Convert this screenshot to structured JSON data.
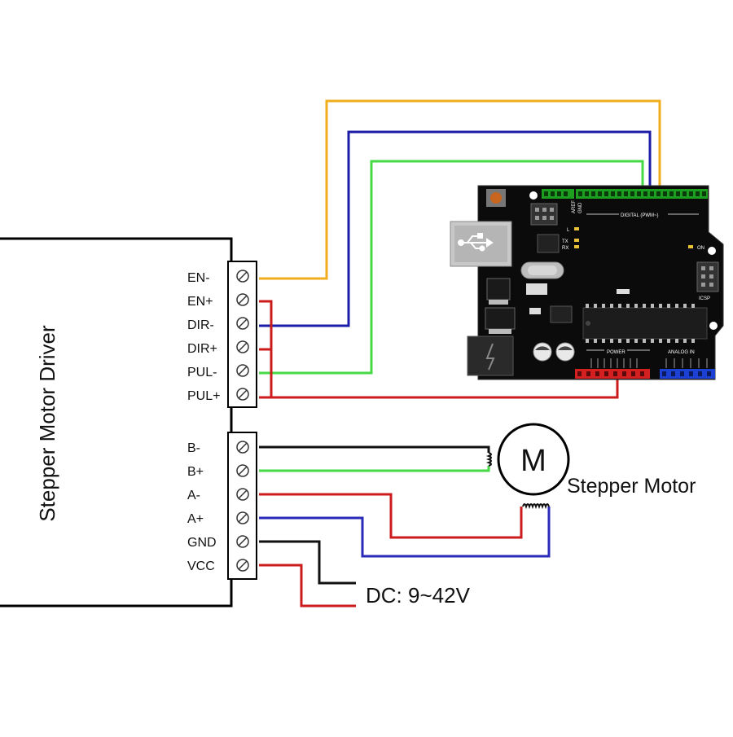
{
  "driver": {
    "title": "Stepper Motor Driver",
    "control_terminals": [
      "EN-",
      "EN+",
      "DIR-",
      "DIR+",
      "PUL-",
      "PUL+"
    ],
    "power_terminals": [
      "B-",
      "B+",
      "A-",
      "A+",
      "GND",
      "VCC"
    ]
  },
  "motor": {
    "symbol": "M",
    "label": "Stepper Motor"
  },
  "power_supply": {
    "label": "DC: 9~42V"
  },
  "arduino": {
    "silkscreen": {
      "digital": "DIGITAL (PWM~)",
      "power": "POWER",
      "analog": "ANALOG IN",
      "on": "ON",
      "icsp": "ICSP",
      "l": "L",
      "tx": "TX",
      "rx": "RX",
      "aref": "AREF",
      "gnd": "GND"
    }
  },
  "wire_colors": {
    "en_minus": "#f0ad1e",
    "dir_minus": "#1c1ca8",
    "pul_minus": "#45d945",
    "plus_common": "#cc1b1b",
    "b_minus": "#111111",
    "b_plus": "#45d945",
    "a_minus": "#cc1b1b",
    "a_plus": "#2a2ab8",
    "gnd": "#111111",
    "vcc": "#cc1b1b"
  }
}
